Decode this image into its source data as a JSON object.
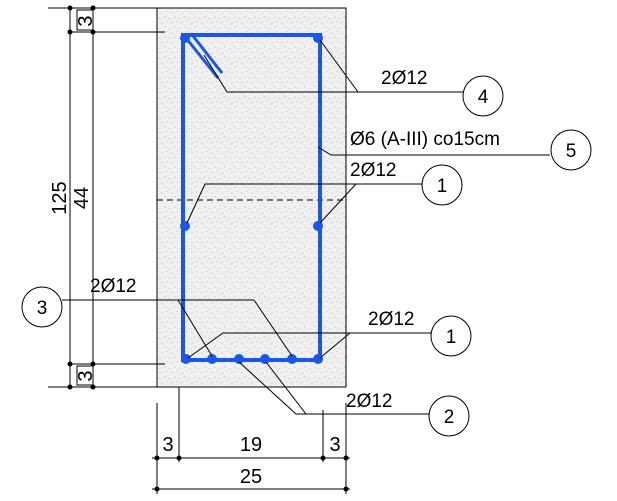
{
  "colors": {
    "rebar": "#1a56e8",
    "concrete_fill": "#f0f0f0",
    "concrete_dots": "#b5b5b5",
    "line": "#000000"
  },
  "dimensions": {
    "height_total": "125",
    "height_inner": "44",
    "cover_top": "3",
    "cover_bottom": "3",
    "width_left_cover": "3",
    "width_inner": "19",
    "width_right_cover": "3",
    "width_total": "25"
  },
  "callouts": [
    {
      "id": "4",
      "label": "2Ø12"
    },
    {
      "id": "5",
      "label": "Ø6 (A-III) co15cm"
    },
    {
      "id": "1",
      "label": "2Ø12"
    },
    {
      "id": "3",
      "label": "2Ø12"
    },
    {
      "id": "1",
      "label": "2Ø12"
    },
    {
      "id": "2",
      "label": "2Ø12"
    }
  ]
}
